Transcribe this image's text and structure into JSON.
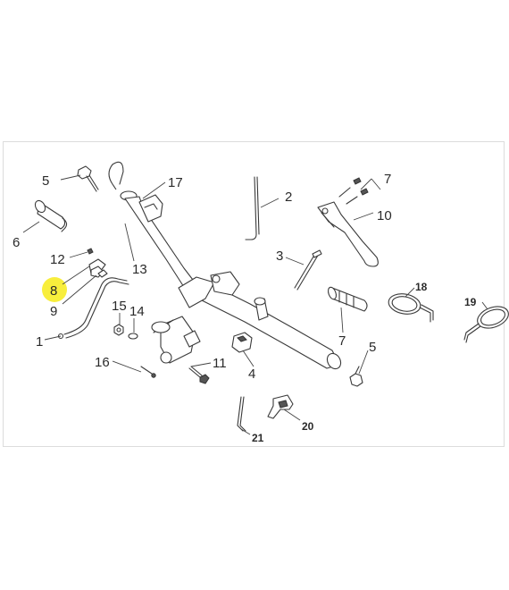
{
  "diagram": {
    "callouts": [
      {
        "id": "c5a",
        "text": "5"
      },
      {
        "id": "c6",
        "text": "6"
      },
      {
        "id": "c17",
        "text": "17"
      },
      {
        "id": "c2",
        "text": "2"
      },
      {
        "id": "c7a",
        "text": "7"
      },
      {
        "id": "c10",
        "text": "10"
      },
      {
        "id": "c12",
        "text": "12"
      },
      {
        "id": "c13",
        "text": "13"
      },
      {
        "id": "c8",
        "text": "8"
      },
      {
        "id": "c9",
        "text": "9"
      },
      {
        "id": "c3",
        "text": "3"
      },
      {
        "id": "c18",
        "text": "18"
      },
      {
        "id": "c19",
        "text": "19"
      },
      {
        "id": "c15",
        "text": "15"
      },
      {
        "id": "c14",
        "text": "14"
      },
      {
        "id": "c1",
        "text": "1"
      },
      {
        "id": "c7b",
        "text": "7"
      },
      {
        "id": "c5b",
        "text": "5"
      },
      {
        "id": "c16",
        "text": "16"
      },
      {
        "id": "c11",
        "text": "11"
      },
      {
        "id": "c4",
        "text": "4"
      },
      {
        "id": "c20",
        "text": "20"
      },
      {
        "id": "c21",
        "text": "21"
      }
    ],
    "highlight_color": "#f8ee3c"
  }
}
